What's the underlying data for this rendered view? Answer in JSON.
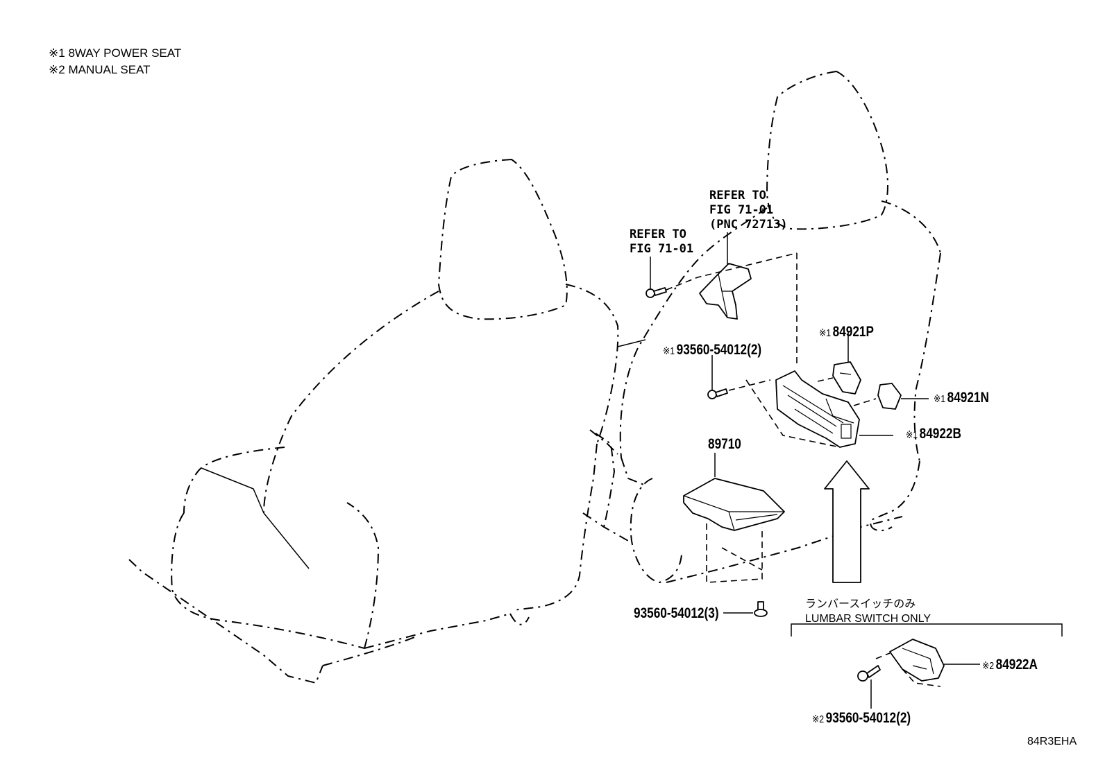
{
  "legend": [
    {
      "mark": "※1",
      "text": "8WAY POWER SEAT"
    },
    {
      "mark": "※2",
      "text": "MANUAL SEAT"
    }
  ],
  "refer_left": {
    "line1": "REFER TO",
    "line2": "FIG 71-01"
  },
  "refer_top": {
    "line1": "REFER TO",
    "line2": "FIG 71-01",
    "line3": "(PNC 72713)"
  },
  "parts": {
    "p84921P": {
      "mark": "※1",
      "number": "84921P"
    },
    "p84921N": {
      "mark": "※1",
      "number": "84921N"
    },
    "p84922B": {
      "mark": "※1",
      "number": "84922B"
    },
    "p84922A": {
      "mark": "※2",
      "number": "84922A"
    },
    "p89710": {
      "number": "89710"
    },
    "screw_upper": {
      "mark": "※1",
      "number": "93560-54012(2)"
    },
    "screw_lower": {
      "number": "93560-54012(3)"
    },
    "screw_manual": {
      "mark": "※2",
      "number": "93560-54012(2)"
    }
  },
  "lumbar_note": {
    "jp": "ランバースイッチのみ",
    "en": "LUMBAR SWITCH ONLY"
  },
  "diagram_code": "84R3EHA",
  "icons": [
    "seat-outline-icon",
    "bolt-icon",
    "bracket-icon",
    "switch-knob-icon",
    "switch-base-icon",
    "ecu-module-icon",
    "arrow-up-icon"
  ]
}
